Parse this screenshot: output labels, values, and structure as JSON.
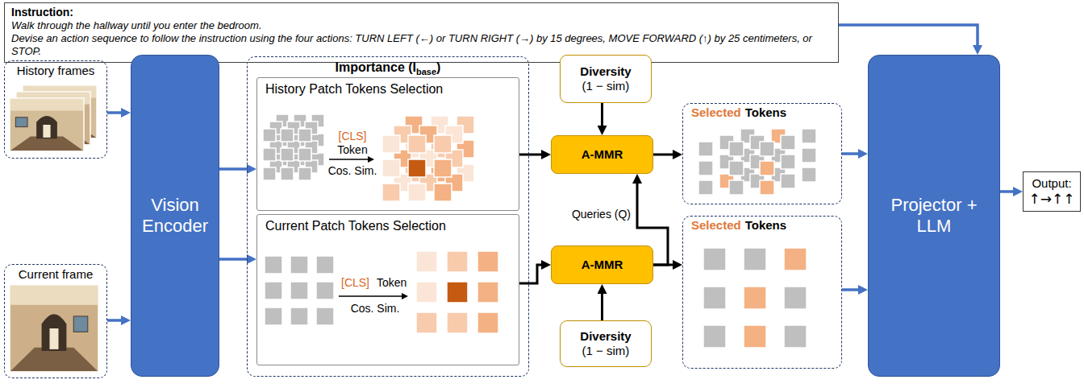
{
  "diagram": {
    "nodes": [
      {
        "text": [
          "Instruction:",
          "Walk through the hallway until you enter the bedroom.",
          "Devise an action sequence to follow the instruction using the four actions: TURN LEFT (←) or TURN RIGHT (→) by 15 degrees, MOVE FORWARD (↑) by 25 centimeters, or STOP."
        ]
      },
      {
        "text": [
          "History frames"
        ]
      },
      {
        "text": [
          "Current frame"
        ]
      },
      {
        "text": [
          "Vision Encoder"
        ]
      },
      {
        "text": [
          "Importance (I",
          "base",
          ")"
        ]
      },
      {
        "text": [
          "History Patch Tokens Selection",
          "[CLS]",
          "Token",
          "Cos. Sim."
        ],
        "in": 4
      },
      {
        "text": [
          "Current Patch Tokens Selection",
          "[CLS]",
          "Token",
          "Cos. Sim."
        ],
        "in": 4
      },
      {
        "text": [
          "Diversity",
          "(1 − sim)"
        ]
      },
      {
        "text": [
          "A-MMR"
        ]
      },
      {
        "text": [
          "A-MMR"
        ]
      },
      {
        "text": [
          "Diversity",
          "(1 − sim)"
        ]
      },
      {
        "text": [
          "Selected",
          "Tokens"
        ]
      },
      {
        "text": [
          "Selected",
          "Tokens"
        ]
      },
      {
        "text": [
          "Projector + LLM"
        ]
      },
      {
        "text": [
          "Output:",
          "↑→↑↑"
        ]
      }
    ],
    "edges": [
      {
        "from": 0,
        "to": 13,
        "arrow": "to"
      },
      {
        "from": 1,
        "to": 3,
        "arrow": "to"
      },
      {
        "from": 2,
        "to": 3,
        "arrow": "to"
      },
      {
        "from": 3,
        "to": 5,
        "arrow": "to"
      },
      {
        "from": 3,
        "to": 6,
        "arrow": "to"
      },
      {
        "from": 5,
        "to": 8,
        "arrow": "to"
      },
      {
        "from": 6,
        "to": 9,
        "arrow": "to"
      },
      {
        "from": 7,
        "to": 8,
        "arrow": "to"
      },
      {
        "from": 10,
        "to": 9,
        "arrow": "to"
      },
      {
        "from": 9,
        "to": 8,
        "arrow": "to",
        "label": "Queries (Q)"
      },
      {
        "from": 8,
        "to": 11,
        "arrow": "to"
      },
      {
        "from": 9,
        "to": 12,
        "arrow": "to"
      },
      {
        "from": 11,
        "to": 13,
        "arrow": "to"
      },
      {
        "from": 12,
        "to": 13,
        "arrow": "to"
      },
      {
        "from": 13,
        "to": 14,
        "arrow": "to"
      }
    ]
  }
}
